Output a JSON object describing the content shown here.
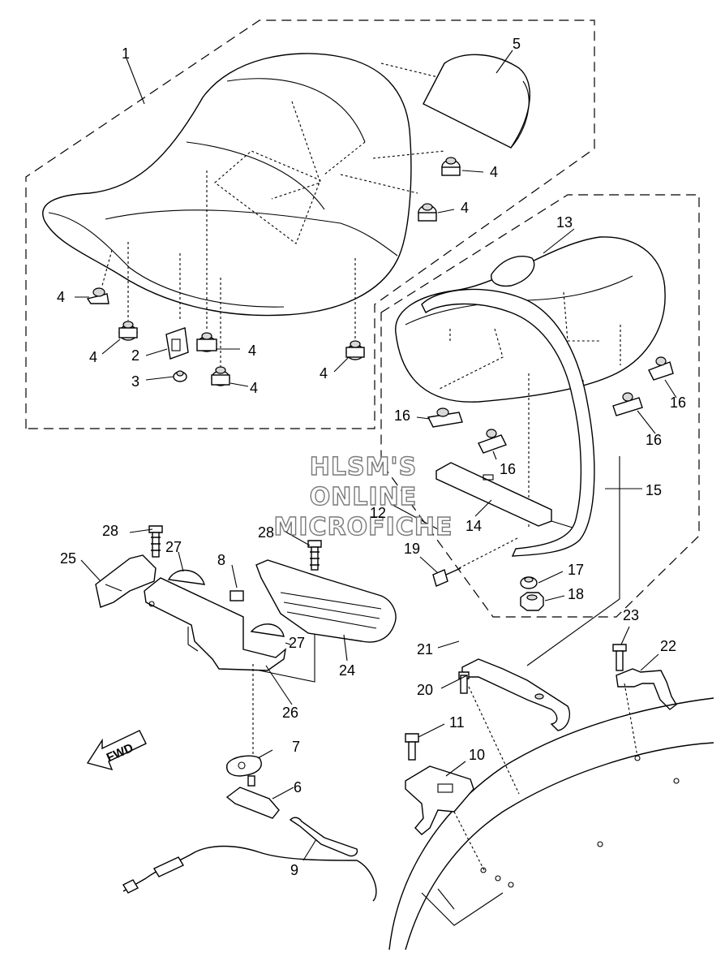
{
  "diagram": {
    "watermark": [
      "HLSM'S",
      "ONLINE",
      "MICROFICHE"
    ],
    "fwd_label": "FWD",
    "callouts": [
      {
        "id": "c1",
        "text": "1"
      },
      {
        "id": "c2",
        "text": "2"
      },
      {
        "id": "c3",
        "text": "3"
      },
      {
        "id": "c4a",
        "text": "4"
      },
      {
        "id": "c4b",
        "text": "4"
      },
      {
        "id": "c4c",
        "text": "4"
      },
      {
        "id": "c4d",
        "text": "4"
      },
      {
        "id": "c4e",
        "text": "4"
      },
      {
        "id": "c4f",
        "text": "4"
      },
      {
        "id": "c4g",
        "text": "4"
      },
      {
        "id": "c5",
        "text": "5"
      },
      {
        "id": "c6",
        "text": "6"
      },
      {
        "id": "c7",
        "text": "7"
      },
      {
        "id": "c8",
        "text": "8"
      },
      {
        "id": "c9",
        "text": "9"
      },
      {
        "id": "c10",
        "text": "10"
      },
      {
        "id": "c11",
        "text": "11"
      },
      {
        "id": "c12",
        "text": "12"
      },
      {
        "id": "c13",
        "text": "13"
      },
      {
        "id": "c14",
        "text": "14"
      },
      {
        "id": "c15",
        "text": "15"
      },
      {
        "id": "c16a",
        "text": "16"
      },
      {
        "id": "c16b",
        "text": "16"
      },
      {
        "id": "c16c",
        "text": "16"
      },
      {
        "id": "c16d",
        "text": "16"
      },
      {
        "id": "c17",
        "text": "17"
      },
      {
        "id": "c18",
        "text": "18"
      },
      {
        "id": "c19",
        "text": "19"
      },
      {
        "id": "c20",
        "text": "20"
      },
      {
        "id": "c21",
        "text": "21"
      },
      {
        "id": "c22",
        "text": "22"
      },
      {
        "id": "c23",
        "text": "23"
      },
      {
        "id": "c24",
        "text": "24"
      },
      {
        "id": "c25",
        "text": "25"
      },
      {
        "id": "c26",
        "text": "26"
      },
      {
        "id": "c27a",
        "text": "27"
      },
      {
        "id": "c27b",
        "text": "27"
      },
      {
        "id": "c28a",
        "text": "28"
      },
      {
        "id": "c28b",
        "text": "28"
      }
    ]
  }
}
